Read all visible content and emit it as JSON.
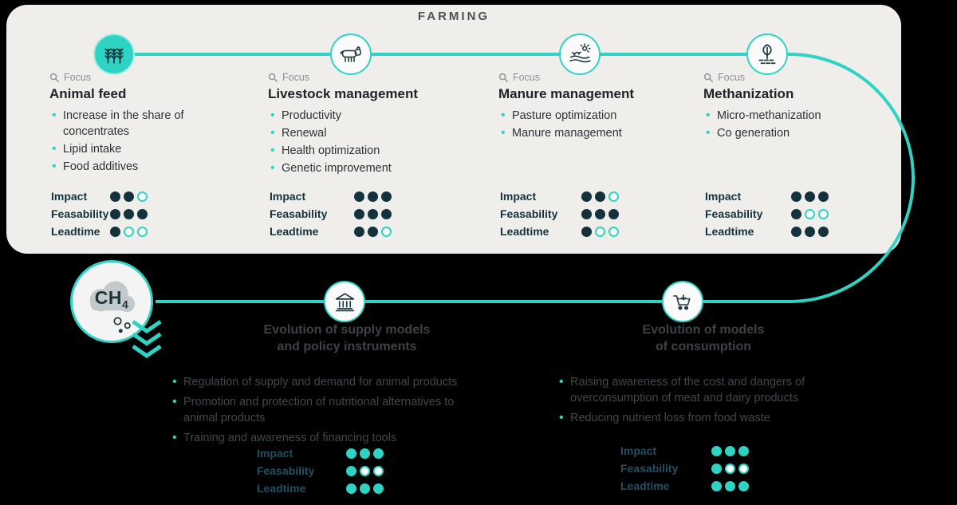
{
  "title": "FARMING",
  "focus_label": "Focus",
  "colors": {
    "teal": "#2ed3c4",
    "dark_navy": "#13323c",
    "panel_bg": "#efeeeb"
  },
  "ratings_legend": {
    "impact": "Impact",
    "feasability": "Feasability",
    "leadtime": "Leadtime"
  },
  "farming_columns": [
    {
      "icon": "wheat-icon",
      "title": "Animal feed",
      "bullets": [
        "Increase in the share of concentrates",
        "Lipid intake",
        "Food additives"
      ],
      "ratings": {
        "impact": [
          1,
          1,
          0
        ],
        "feasability": [
          1,
          1,
          1
        ],
        "leadtime": [
          1,
          0,
          0
        ]
      }
    },
    {
      "icon": "cow-icon",
      "title": "Livestock management",
      "bullets": [
        "Productivity",
        "Renewal",
        "Health optimization",
        "Genetic improvement"
      ],
      "ratings": {
        "impact": [
          1,
          1,
          1
        ],
        "feasability": [
          1,
          1,
          1
        ],
        "leadtime": [
          1,
          1,
          0
        ]
      }
    },
    {
      "icon": "pasture-icon",
      "title": "Manure management",
      "bullets": [
        "Pasture optimization",
        "Manure management"
      ],
      "ratings": {
        "impact": [
          1,
          1,
          0
        ],
        "feasability": [
          1,
          1,
          1
        ],
        "leadtime": [
          1,
          0,
          0
        ]
      }
    },
    {
      "icon": "methanization-icon",
      "title": "Methanization",
      "bullets": [
        "Micro-methanization",
        "Co generation"
      ],
      "ratings": {
        "impact": [
          1,
          1,
          1
        ],
        "feasability": [
          1,
          0,
          0
        ],
        "leadtime": [
          1,
          1,
          1
        ]
      }
    }
  ],
  "ch4": {
    "formula": "CH",
    "formula_subscript": "4"
  },
  "downstream_columns": [
    {
      "icon": "bank-icon",
      "title_line1": "Evolution of supply models",
      "title_line2": "and policy instruments",
      "bullets": [
        "Regulation of supply and demand for animal products",
        "Promotion and protection of nutritional alternatives to animal products",
        "Training and awareness of financing tools"
      ],
      "ratings": {
        "impact": [
          1,
          1,
          1
        ],
        "feasability": [
          1,
          0,
          0
        ],
        "leadtime": [
          1,
          1,
          1
        ]
      }
    },
    {
      "icon": "cart-icon",
      "title_line1": "Evolution of models",
      "title_line2": "of consumption",
      "bullets": [
        "Raising awareness of the cost and dangers of overconsumption of meat and dairy products",
        "Reducing nutrient loss from food waste"
      ],
      "ratings": {
        "impact": [
          1,
          1,
          1
        ],
        "feasability": [
          1,
          0,
          0
        ],
        "leadtime": [
          1,
          1,
          1
        ]
      }
    }
  ]
}
